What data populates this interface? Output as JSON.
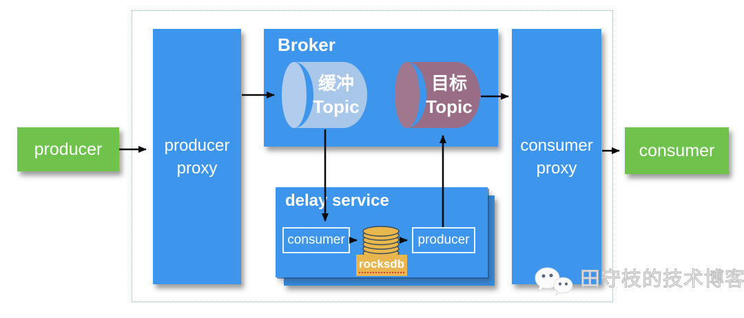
{
  "colors": {
    "blue": "#3E96EC",
    "blue-back": "#348BE2",
    "green": "#6FC34C",
    "cyl-buf": "#A9C7E9",
    "cyl-buf-cap": "#B1CCEC",
    "cyl-tgt": "#996D85",
    "cyl-tgt-cap": "#A0778D",
    "gold": "#E9B54E",
    "coin": "#E9B84D",
    "coin-stroke": "#3A4A5A",
    "red": "#DC3B33",
    "dash": "#78AADE",
    "wm": "#BEBEBE",
    "arrow": "#0B0B0B"
  },
  "producer": {
    "label": "producer"
  },
  "producer_proxy": {
    "line1": "producer",
    "line2": "proxy"
  },
  "broker": {
    "title": "Broker",
    "buffer_topic": {
      "line1": "缓冲",
      "line2": "Topic"
    },
    "target_topic": {
      "line1": "目标",
      "line2": "Topic"
    }
  },
  "delay_service": {
    "title": "delay service",
    "consumer": "consumer",
    "producer": "producer",
    "storage": "rocksdb",
    "storage_icon": "database-cylinder-icon"
  },
  "consumer_proxy": {
    "line1": "consumer",
    "line2": "proxy"
  },
  "consumer": {
    "label": "consumer"
  },
  "watermark": {
    "text": "田守枝的技术博客",
    "icon": "wechat-icon"
  }
}
